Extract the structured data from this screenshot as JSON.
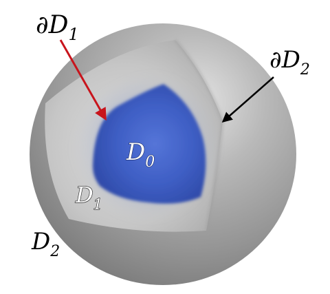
{
  "labels": {
    "boundary_d1": {
      "main": "∂D",
      "sub": "1"
    },
    "boundary_d2": {
      "main": "∂D",
      "sub": "2"
    },
    "region_d0": {
      "main": "D",
      "sub": "0"
    },
    "region_d1": {
      "main": "D",
      "sub": "1"
    },
    "region_d2": {
      "main": "D",
      "sub": "2"
    }
  },
  "colors": {
    "background": "#ffffff",
    "outer_sphere": "#9a9a9a",
    "middle_shell": "#c4c4c4",
    "inner_core": "#3d5fc4",
    "arrow_boundary_d1": "#c8141c",
    "arrow_boundary_d2": "#000000",
    "label_text_dark": "#000000",
    "label_text_light": "#ffffff"
  }
}
